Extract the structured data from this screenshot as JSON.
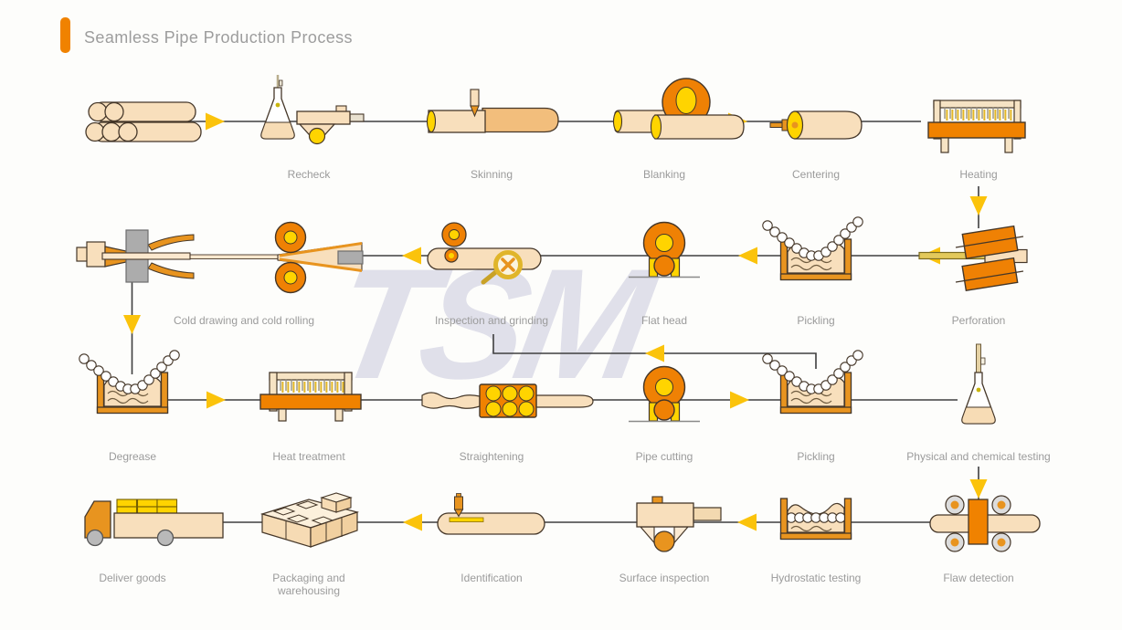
{
  "title": "Seamless Pipe Production Process",
  "watermark": "TSM",
  "colors": {
    "accent_orange": "#F08200",
    "machine_orange": "#EF8104",
    "cream": "#F8DFBC",
    "arrow_gold": "#FBC30B",
    "yellow": "#FFD400",
    "line": "#3F3F3F",
    "label_grey": "#9B9B9B",
    "watermark_grey": "#E0E0EA"
  },
  "rows": [
    {
      "direction": "left-to-right",
      "stations": [
        {
          "label": "Recheck"
        },
        {
          "label": "Skinning"
        },
        {
          "label": "Blanking"
        },
        {
          "label": "Centering"
        },
        {
          "label": "Heating"
        }
      ]
    },
    {
      "direction": "right-to-left",
      "stations": [
        {
          "label": "Cold drawing and cold rolling"
        },
        {
          "label": "Inspection and grinding"
        },
        {
          "label": "Flat head"
        },
        {
          "label": "Pickling"
        },
        {
          "label": "Perforation"
        }
      ]
    },
    {
      "direction": "left-to-right",
      "stations": [
        {
          "label": "Degrease"
        },
        {
          "label": "Heat treatment"
        },
        {
          "label": "Straightening"
        },
        {
          "label": "Pipe cutting"
        },
        {
          "label": "Pickling"
        },
        {
          "label": "Physical and chemical testing"
        }
      ]
    },
    {
      "direction": "right-to-left",
      "stations": [
        {
          "label": "Deliver goods"
        },
        {
          "label": "Packaging and warehousing"
        },
        {
          "label": "Identification"
        },
        {
          "label": "Surface inspection"
        },
        {
          "label": "Hydrostatic testing"
        },
        {
          "label": "Flaw detection"
        }
      ]
    }
  ]
}
